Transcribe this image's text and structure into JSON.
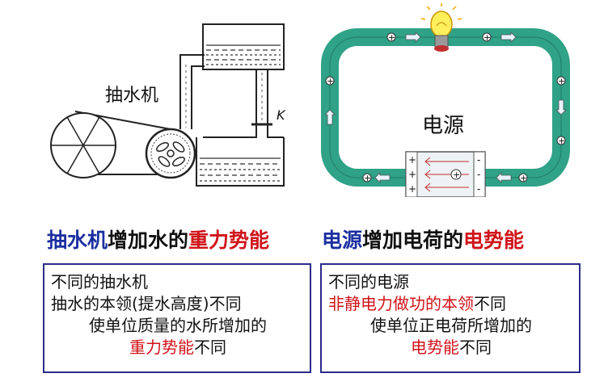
{
  "colors": {
    "title_blue": "#1b2fa0",
    "emphasis_red": "#d0141a",
    "circuit_green": "#2fa287",
    "box_border": "#2b2b8a"
  },
  "left_diagram": {
    "pump_label": "抽水机",
    "valve_label": "K"
  },
  "right_diagram": {
    "source_label": "电源",
    "charge_symbol": "+",
    "neg_symbol": "-",
    "bulb_icon": "light-bulb-icon"
  },
  "captions": {
    "left": {
      "part1": "抽水机",
      "part2": "增加水的",
      "part3": "重力势能"
    },
    "right": {
      "part1": "电源",
      "part2": "增加电荷的",
      "part3": "电势能"
    }
  },
  "left_box": {
    "line1": "不同的抽水机",
    "line2": "抽水的本领(提水高度)不同",
    "line3": "使单位质量的水所增加的",
    "line4_red": "重力势能",
    "line4_black": "不同"
  },
  "right_box": {
    "line1": "不同的电源",
    "line2_red": "非静电力做功的本领",
    "line2_black": "不同",
    "line3": "使单位正电荷所增加的",
    "line4_red": "电势能",
    "line4_black": "不同"
  }
}
